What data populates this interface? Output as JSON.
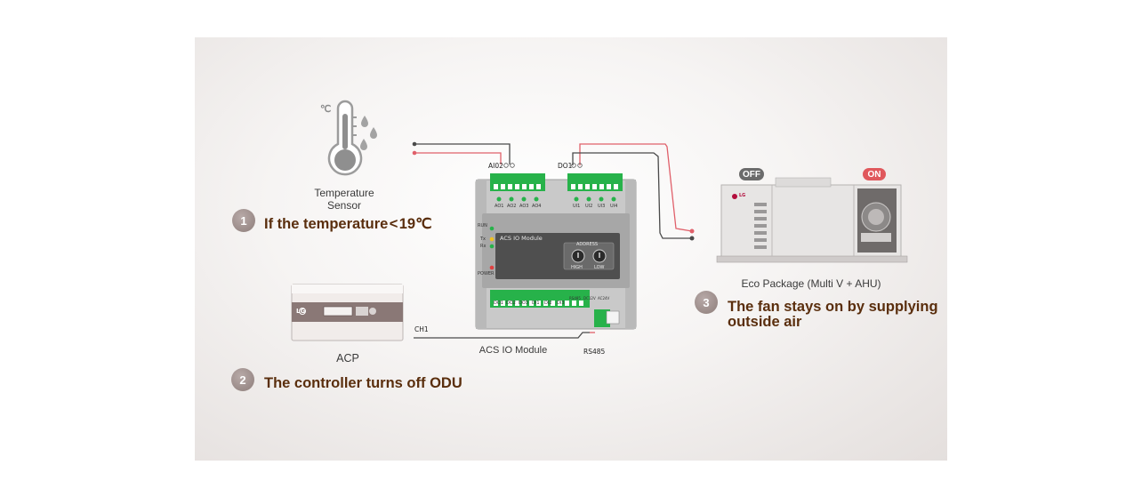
{
  "sensor": {
    "label_line1": "Temperature",
    "label_line2": "Sensor",
    "unit_symbol": "℃"
  },
  "acp": {
    "label": "ACP",
    "logo": "LG"
  },
  "module": {
    "label": "ACS IO Module",
    "screen_title": "ACS IO Module",
    "address_title": "ADDRESS",
    "high_label": "HIGH",
    "low_label": "LOW",
    "ai_port": "AI02",
    "do_port": "DO1",
    "rs485": "RS485",
    "ch1": "CH1",
    "leds": [
      "RUN",
      "Tx",
      "Rx",
      "POWER"
    ],
    "top_left_terms": [
      "AO1",
      "AO2",
      "AO3",
      "AO4"
    ],
    "top_right_terms": [
      "UI1",
      "UI2",
      "UI3",
      "UI4"
    ],
    "bottom_terms": [
      "DO1",
      "DO2",
      "DO3",
      "DI1",
      "DI2",
      "DI3"
    ],
    "port_headers": [
      "RS485",
      "DC12V",
      "AC24V"
    ]
  },
  "package": {
    "label": "Eco Package (Multi V + AHU)",
    "off_badge": "OFF",
    "on_badge": "ON",
    "logo": "LG"
  },
  "steps": [
    {
      "number": "1",
      "text": "If the temperature < 19℃"
    },
    {
      "number": "2",
      "text": "The controller turns off ODU"
    },
    {
      "number": "3",
      "text_line1": "The fan stays on by supplying",
      "text_line2": "outside air"
    }
  ],
  "colors": {
    "step_text": "#5a2e0d",
    "wire_red": "#e0606a",
    "wire_dark": "#4a4a4a",
    "terminal_green": "#27b24a",
    "on_badge": "#e0585c",
    "off_badge": "#6b6b6b"
  },
  "icons": [
    "thermometer-icon",
    "water-drop-icon",
    "fan-icon",
    "terminal-block-icon"
  ]
}
